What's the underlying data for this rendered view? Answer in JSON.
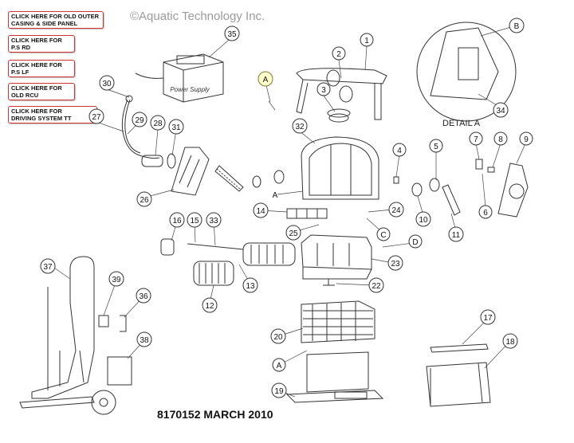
{
  "copyright": "©Aquatic Technology Inc.",
  "footer": "8170152 MARCH 2010",
  "detail_label": "DETAIL A",
  "links": [
    {
      "line1": "CLICK HERE FOR OLD OUTER",
      "line2": "CASING & SIDE PANEL"
    },
    {
      "line1": "CLICK HERE FOR",
      "line2": "P.S RD"
    },
    {
      "line1": "CLICK HERE FOR",
      "line2": "P.S LF"
    },
    {
      "line1": "CLICK HERE FOR",
      "line2": "OLD RCU"
    },
    {
      "line1": "CLICK HERE FOR",
      "line2": "DRIVING SYSTEM TT"
    }
  ],
  "power_supply_label": "Power Supply",
  "callouts": {
    "c1": "1",
    "c2": "2",
    "c3": "3",
    "c4": "4",
    "c5": "5",
    "c6": "6",
    "c7": "7",
    "c8": "8",
    "c9": "9",
    "c10": "10",
    "c11": "11",
    "c12": "12",
    "c13": "13",
    "c14": "14",
    "c15": "15",
    "c16": "16",
    "c17": "17",
    "c18": "18",
    "c19": "19",
    "c20": "20",
    "c22": "22",
    "c23": "23",
    "c24": "24",
    "c25": "25",
    "c26": "26",
    "c27": "27",
    "c28": "28",
    "c29": "29",
    "c30": "30",
    "c31": "31",
    "c32": "32",
    "c33": "33",
    "c34": "34",
    "c35": "35",
    "c36": "36",
    "c37": "37",
    "c38": "38",
    "c39": "39",
    "A_top": "A",
    "A_mid": "A",
    "A_bot": "A",
    "B": "B",
    "C": "C",
    "D": "D"
  }
}
